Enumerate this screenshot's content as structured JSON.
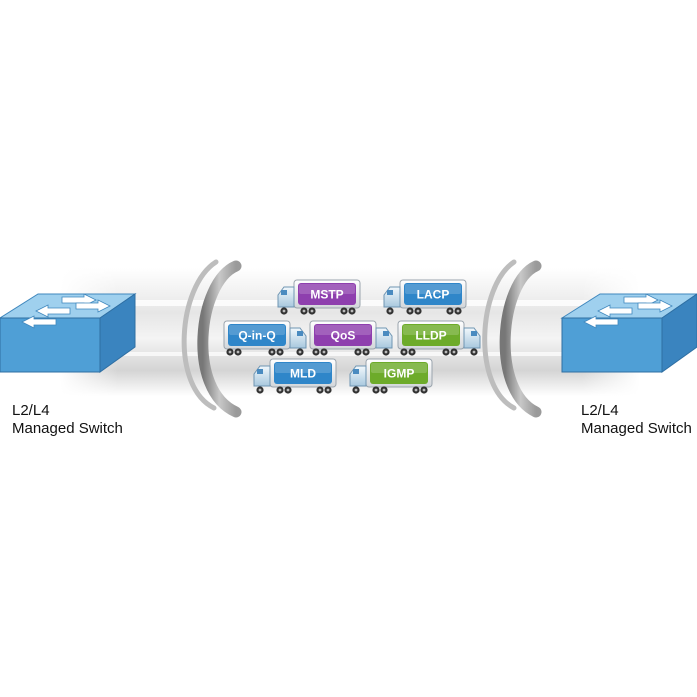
{
  "left_switch": {
    "line1": "L2/L4",
    "line2": "Managed Switch"
  },
  "right_switch": {
    "line1": "L2/L4",
    "line2": "Managed Switch"
  },
  "colors": {
    "purple": "#8e3fae",
    "blue": "#2f86c9",
    "green": "#6dab2a",
    "switch_top": "#9fd0ee",
    "switch_front": "#4f9fd6",
    "cab": "#d7e8f4"
  },
  "trucks": [
    {
      "label": "MSTP",
      "color": "purple",
      "cab_side": "left"
    },
    {
      "label": "LACP",
      "color": "blue",
      "cab_side": "left"
    },
    {
      "label": "Q-in-Q",
      "color": "blue",
      "cab_side": "right"
    },
    {
      "label": "QoS",
      "color": "purple",
      "cab_side": "right"
    },
    {
      "label": "LLDP",
      "color": "green",
      "cab_side": "right"
    },
    {
      "label": "MLD",
      "color": "blue",
      "cab_side": "left"
    },
    {
      "label": "IGMP",
      "color": "green",
      "cab_side": "left"
    }
  ]
}
